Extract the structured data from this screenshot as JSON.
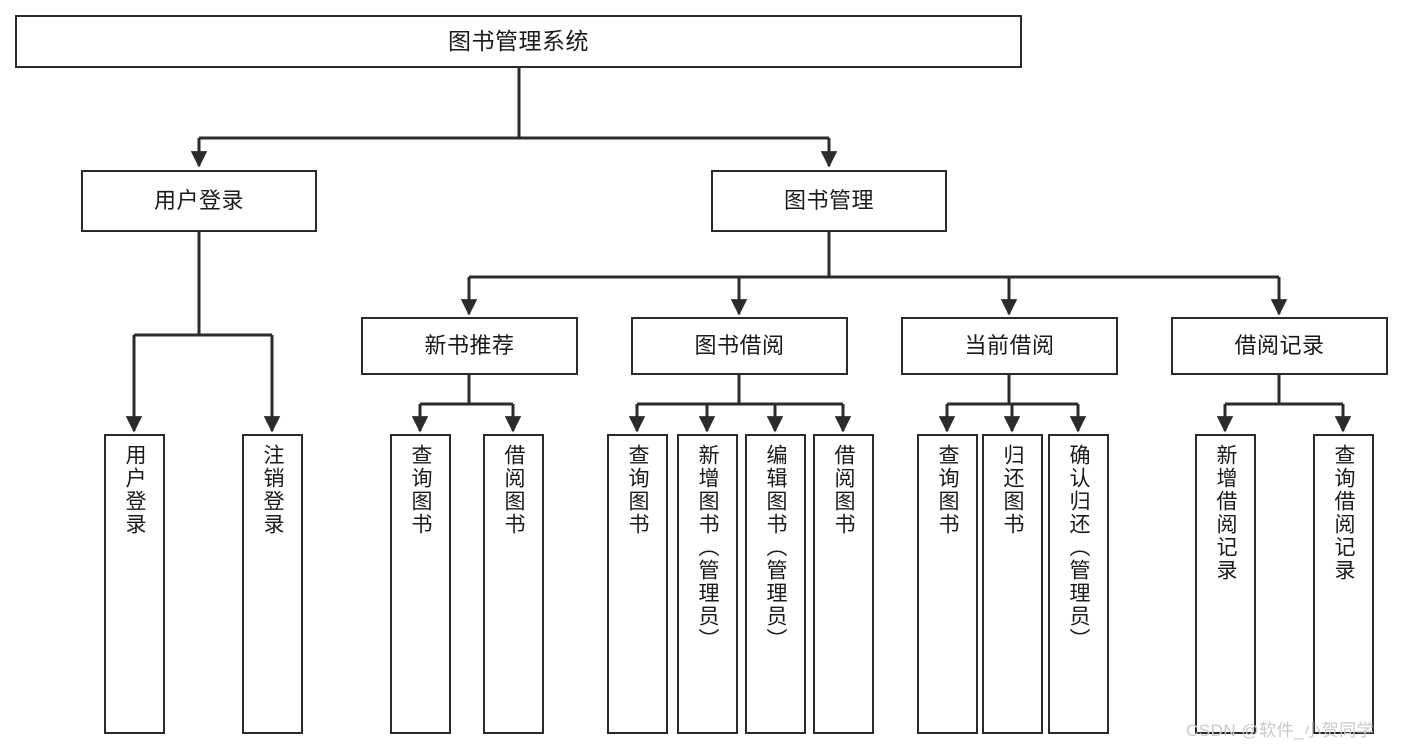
{
  "diagram": {
    "title": "图书管理系统",
    "type": "tree",
    "watermark": "CSDN @软件_小贺同学",
    "colors": {
      "background": "#ffffff",
      "box_border": "#2b2b2b",
      "box_fill": "#ffffff",
      "edge": "#2b2b2b",
      "text": "#1a1a1a",
      "watermark": "#c9c9c9"
    },
    "root": {
      "label": "图书管理系统"
    },
    "level2": [
      {
        "label": "用户登录"
      },
      {
        "label": "图书管理"
      }
    ],
    "level3": [
      {
        "label": "新书推荐"
      },
      {
        "label": "图书借阅"
      },
      {
        "label": "当前借阅"
      },
      {
        "label": "借阅记录"
      }
    ],
    "leaves": {
      "user_login": [
        {
          "label": "用户登录"
        },
        {
          "label": "注销登录"
        }
      ],
      "new_book_recommend": [
        {
          "label": "查询图书"
        },
        {
          "label": "借阅图书"
        }
      ],
      "book_borrow": [
        {
          "label": "查询图书"
        },
        {
          "label": "新增图书（管理员）"
        },
        {
          "label": "编辑图书（管理员）"
        },
        {
          "label": "借阅图书"
        }
      ],
      "current_borrow": [
        {
          "label": "查询图书"
        },
        {
          "label": "归还图书"
        },
        {
          "label": "确认归还（管理员）"
        }
      ],
      "borrow_record": [
        {
          "label": "新增借阅记录"
        },
        {
          "label": "查询借阅记录"
        }
      ]
    }
  }
}
